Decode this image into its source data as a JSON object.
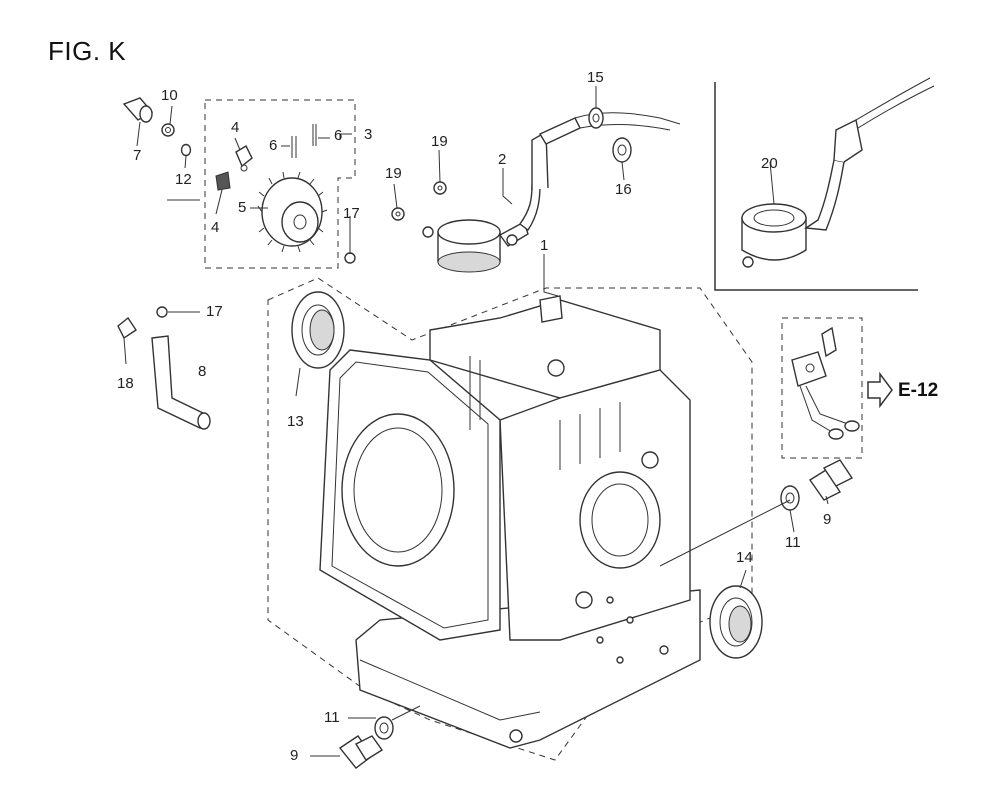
{
  "figure": {
    "title": "FIG. K"
  },
  "callouts": [
    {
      "id": "c1",
      "text": "1"
    },
    {
      "id": "c2",
      "text": "2"
    },
    {
      "id": "c3",
      "text": "3"
    },
    {
      "id": "c4a",
      "text": "4"
    },
    {
      "id": "c4b",
      "text": "4"
    },
    {
      "id": "c5",
      "text": "5"
    },
    {
      "id": "c6a",
      "text": "6"
    },
    {
      "id": "c6b",
      "text": "6"
    },
    {
      "id": "c7",
      "text": "7"
    },
    {
      "id": "c8",
      "text": "8"
    },
    {
      "id": "c9a",
      "text": "9"
    },
    {
      "id": "c9b",
      "text": "9"
    },
    {
      "id": "c10",
      "text": "10"
    },
    {
      "id": "c11a",
      "text": "11"
    },
    {
      "id": "c11b",
      "text": "11"
    },
    {
      "id": "c12",
      "text": "12"
    },
    {
      "id": "c13",
      "text": "13"
    },
    {
      "id": "c14",
      "text": "14"
    },
    {
      "id": "c15",
      "text": "15"
    },
    {
      "id": "c16",
      "text": "16"
    },
    {
      "id": "c17a",
      "text": "17"
    },
    {
      "id": "c17b",
      "text": "17"
    },
    {
      "id": "c18",
      "text": "18"
    },
    {
      "id": "c19a",
      "text": "19"
    },
    {
      "id": "c19b",
      "text": "19"
    },
    {
      "id": "c20",
      "text": "20"
    }
  ],
  "cross_reference": {
    "text": "E-12"
  }
}
